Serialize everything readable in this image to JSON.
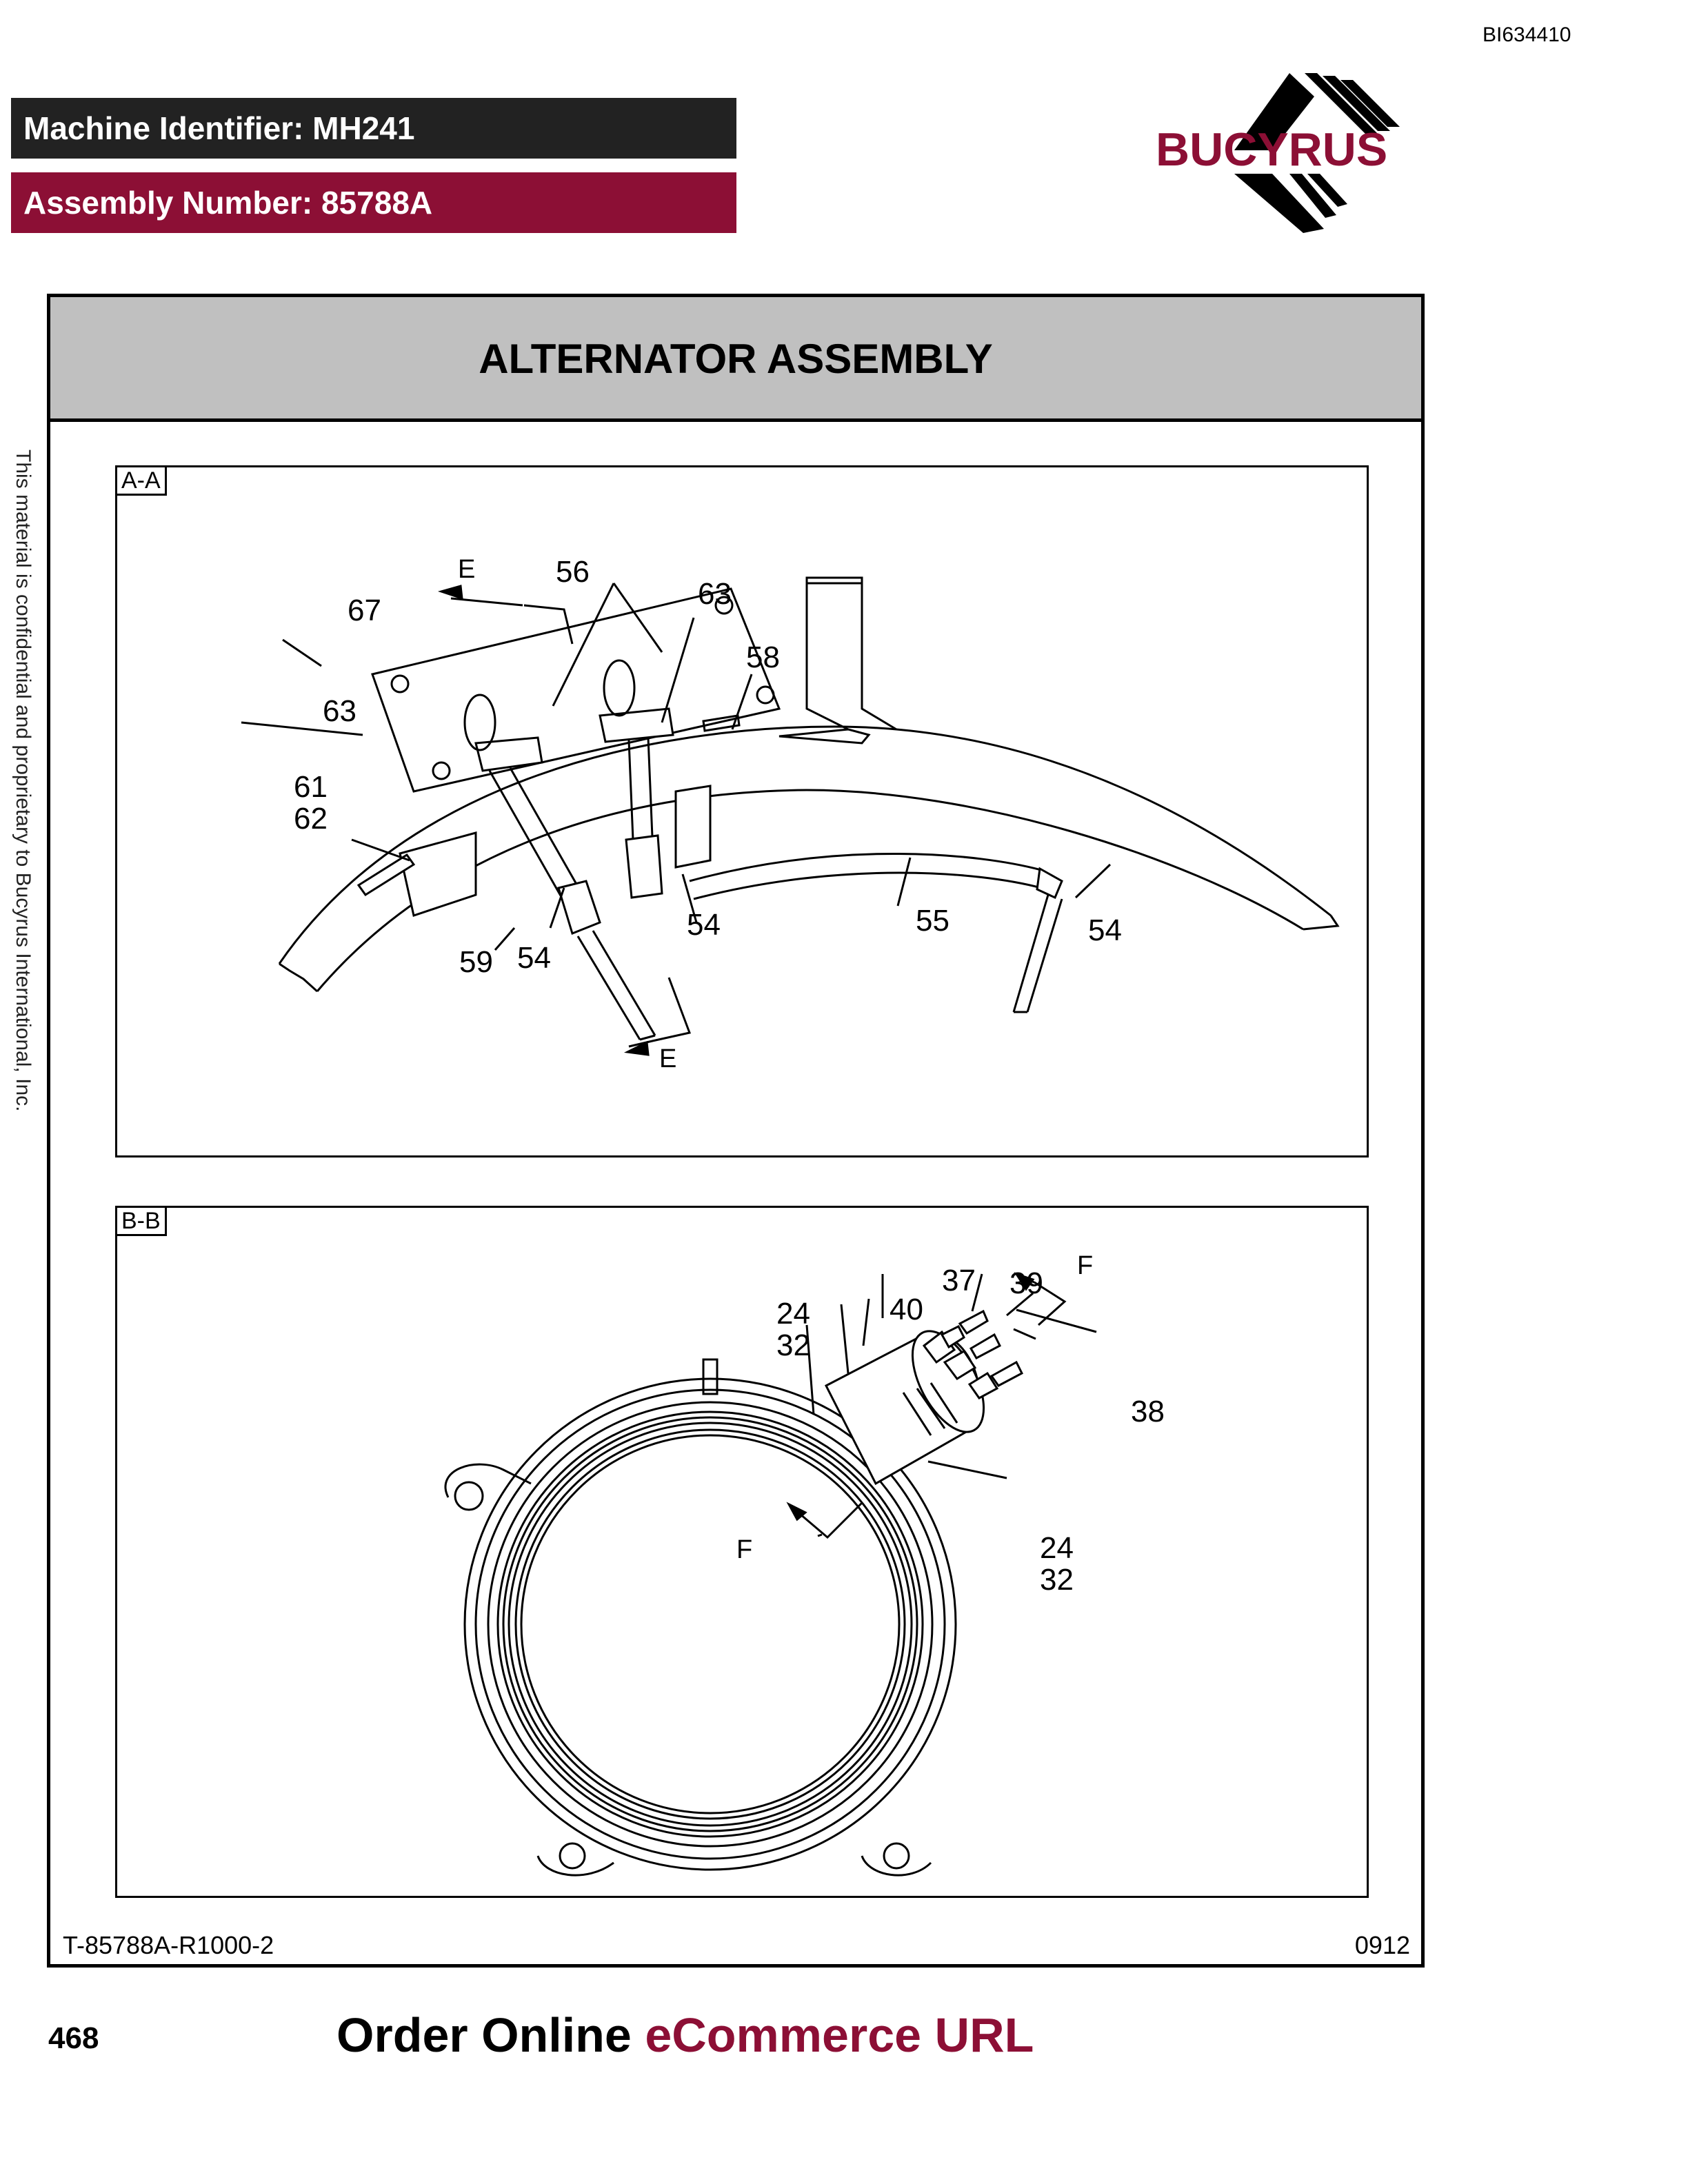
{
  "header": {
    "doc_id": "BI634410",
    "machine_identifier": "Machine Identifier: MH241",
    "assembly_number": "Assembly Number: 85788A",
    "logo_text": "BUCYRUS"
  },
  "title": "ALTERNATOR ASSEMBLY",
  "views": {
    "aa": {
      "tag": "A-A",
      "callouts": {
        "e_top": "E",
        "c56": "56",
        "c63_top": "63",
        "c67": "67",
        "c58": "58",
        "c63_left": "63",
        "c61": "61",
        "c62": "62",
        "c54_mid": "54",
        "c55": "55",
        "c54_right": "54",
        "c59": "59",
        "c54_left": "54",
        "e_bottom": "E"
      }
    },
    "bb": {
      "tag": "B-B",
      "callouts": {
        "f_top": "F",
        "c37": "37",
        "c39": "39",
        "c40": "40",
        "c24_top": "24",
        "c32_top": "32",
        "c38": "38",
        "c24_right": "24",
        "c32_right": "32",
        "f_center": "F"
      }
    }
  },
  "footer": {
    "drawing_number": "T-85788A-R1000-2",
    "revision": "0912",
    "page_number": "468",
    "order_text_1": "Order Online ",
    "order_text_2": "eCommerce URL"
  },
  "side_note": "This material is confidential and proprietary to Bucyrus International, Inc.",
  "colors": {
    "brand": "#8c0f35",
    "dark_band": "#222222",
    "title_bar": "#c0c0c0"
  }
}
